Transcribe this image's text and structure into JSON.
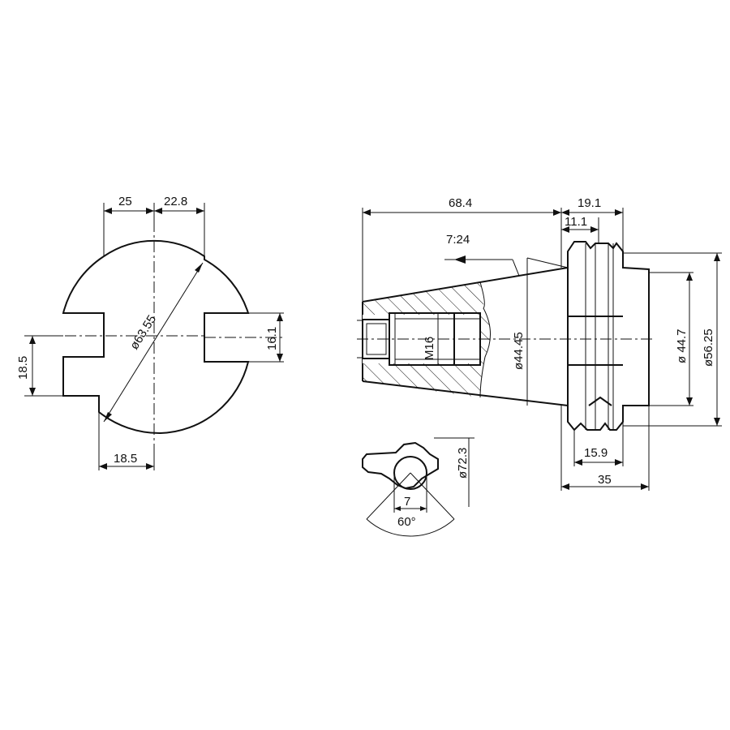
{
  "dimensions": {
    "slot_left_width": "25",
    "slot_right_width": "22.8",
    "flange_diameter": "ø63.55",
    "slot_height_left": "18.5",
    "slot_height_right": "16.1",
    "slot_bottom_width": "18.5",
    "overall_length": "68.4",
    "flange_width": "19.1",
    "groove_offset": "11.1",
    "taper_ratio": "7:24",
    "thread": "M16",
    "taper_diameter": "ø44.45",
    "collar_diameter": "ø 44.7",
    "outer_diameter": "ø56.25",
    "groove_width": "15.9",
    "collar_length": "35",
    "groove_diameter": "ø72.3",
    "notch_width": "7",
    "notch_angle": "60°"
  }
}
